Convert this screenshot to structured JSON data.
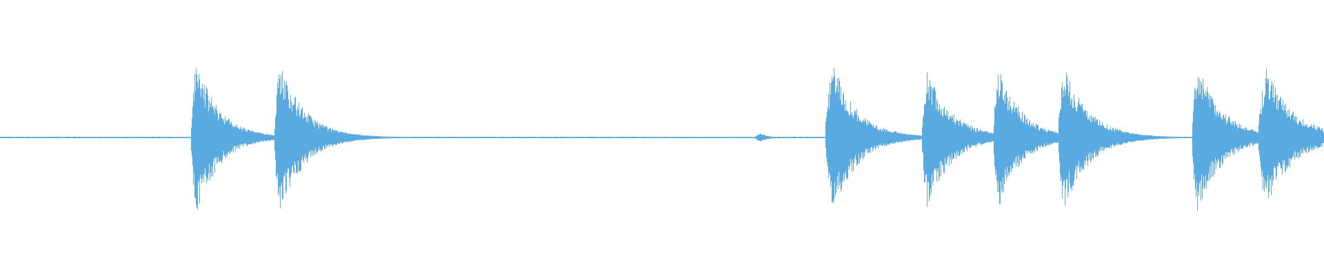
{
  "waveform": {
    "color": "#5aaae2",
    "background": "#ffffff",
    "baseline_amplitude": 0.008,
    "bursts": [
      {
        "id": "burst-1",
        "center": 0.148,
        "peak": 0.92,
        "attack": 0.004,
        "decay": 0.028
      },
      {
        "id": "burst-2",
        "center": 0.211,
        "peak": 0.9,
        "attack": 0.004,
        "decay": 0.03
      },
      {
        "id": "burst-3",
        "center": 0.574,
        "peak": 0.05,
        "attack": 0.004,
        "decay": 0.01
      },
      {
        "id": "burst-4",
        "center": 0.629,
        "peak": 0.88,
        "attack": 0.006,
        "decay": 0.03
      },
      {
        "id": "burst-5",
        "center": 0.7,
        "peak": 0.82,
        "attack": 0.004,
        "decay": 0.03
      },
      {
        "id": "burst-6",
        "center": 0.754,
        "peak": 0.84,
        "attack": 0.004,
        "decay": 0.028
      },
      {
        "id": "burst-7",
        "center": 0.803,
        "peak": 0.88,
        "attack": 0.004,
        "decay": 0.03
      },
      {
        "id": "burst-8",
        "center": 0.904,
        "peak": 0.9,
        "attack": 0.004,
        "decay": 0.03
      },
      {
        "id": "burst-9",
        "center": 0.956,
        "peak": 0.82,
        "attack": 0.006,
        "decay": 0.034
      }
    ]
  }
}
